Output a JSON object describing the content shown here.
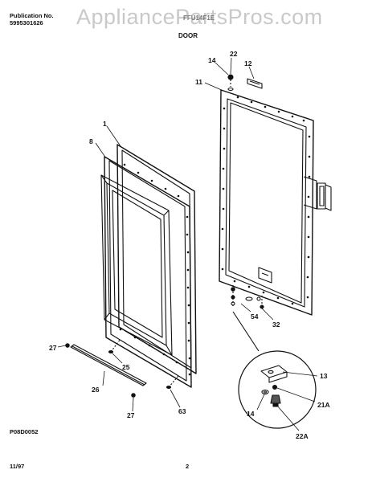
{
  "header": {
    "publication_label": "Publication No.",
    "publication_number": "5995301626",
    "model": "FFU14F1E",
    "section_title": "DOOR"
  },
  "watermark": "AppliancePartsPros.com",
  "callouts": {
    "p1": "1",
    "p8": "8",
    "p11": "11",
    "p12": "12",
    "p14a": "14",
    "p22": "22",
    "p54": "54",
    "p32": "32",
    "p27a": "27",
    "p25": "25",
    "p26": "26",
    "p27b": "27",
    "p63": "63",
    "p13": "13",
    "p14b": "14",
    "p21a": "21A",
    "p22a": "22A"
  },
  "footer": {
    "drawing_id": "P08D0052",
    "date": "11/97",
    "page": "2"
  }
}
